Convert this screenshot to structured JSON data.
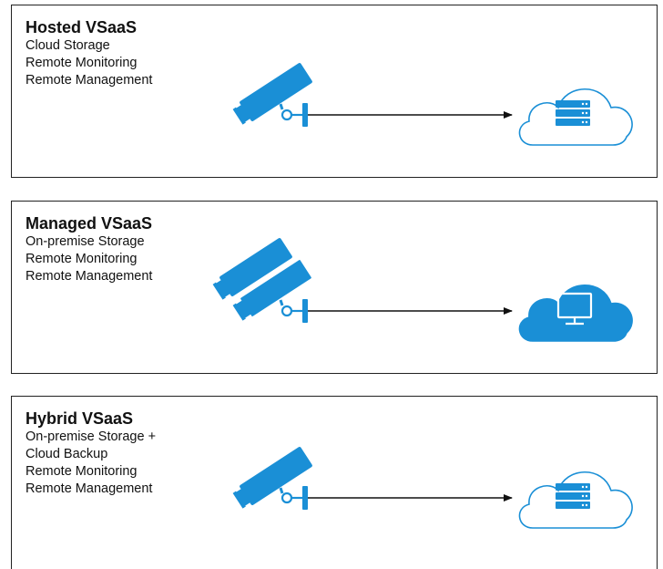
{
  "colors": {
    "accent": "#1a8fd6",
    "line": "#111111",
    "border": "#222222"
  },
  "panels": [
    {
      "title": "Hosted VSaaS",
      "features": [
        "Cloud Storage",
        "Remote Monitoring",
        "Remote Management"
      ],
      "camera_count": 1,
      "destination": {
        "type": "cloud",
        "style": "outline",
        "icon": "server-icon"
      }
    },
    {
      "title": "Managed VSaaS",
      "features": [
        "On-premise Storage",
        "Remote Monitoring",
        "Remote Management"
      ],
      "camera_count": 2,
      "destination": {
        "type": "cloud",
        "style": "filled",
        "icon": "monitor-icon"
      }
    },
    {
      "title": "Hybrid VSaaS",
      "features": [
        "On-premise Storage +",
        "Cloud Backup",
        "Remote Monitoring",
        "Remote Management"
      ],
      "camera_count": 1,
      "destination": {
        "type": "cloud",
        "style": "outline",
        "icon": "server-icon"
      }
    }
  ]
}
